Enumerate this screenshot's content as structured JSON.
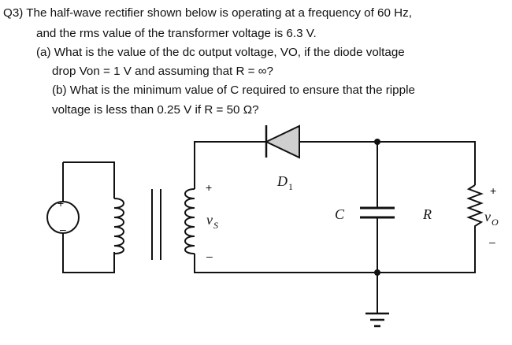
{
  "question": {
    "number": "Q3)",
    "intro_line1": "The half-wave rectifier shown below is operating at a frequency of 60 Hz,",
    "intro_line2": "and the rms value of the transformer voltage is 6.3 V.",
    "part_a_line1": "(a) What is the value of the dc output voltage, VO, if the diode voltage",
    "part_a_line2": "drop Von = 1 V and assuming that R = ∞?",
    "part_b_line1": "(b) What is the minimum value of C required to ensure that the ripple",
    "part_b_line2": "voltage is less than 0.25 V if R = 50 Ω?"
  },
  "circuit": {
    "diode_label": "D",
    "diode_subscript": "1",
    "source_plus": "+",
    "source_minus": "–",
    "vs_plus": "+",
    "vs_label": "v",
    "vs_subscript": "S",
    "vs_minus": "–",
    "capacitor_label": "C",
    "resistor_label": "R",
    "vo_plus": "+",
    "vo_label": "v",
    "vo_subscript": "O",
    "vo_minus": "–"
  }
}
